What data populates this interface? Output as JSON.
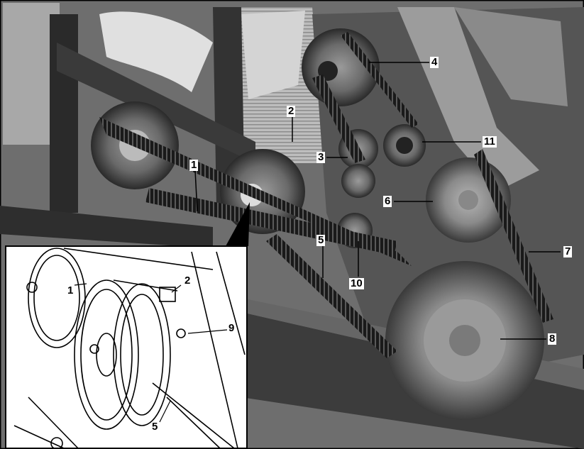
{
  "photo_labels": {
    "l1": "1",
    "l2": "2",
    "l3": "3",
    "l4": "4",
    "l5": "5",
    "l6": "6",
    "l7": "7",
    "l8": "8",
    "l10": "10",
    "l11": "11"
  },
  "inset_labels": {
    "l1": "1",
    "l2": "2",
    "l9": "9",
    "l5": "5"
  },
  "colors": {
    "frame": "#000000",
    "background": "#ffffff"
  }
}
